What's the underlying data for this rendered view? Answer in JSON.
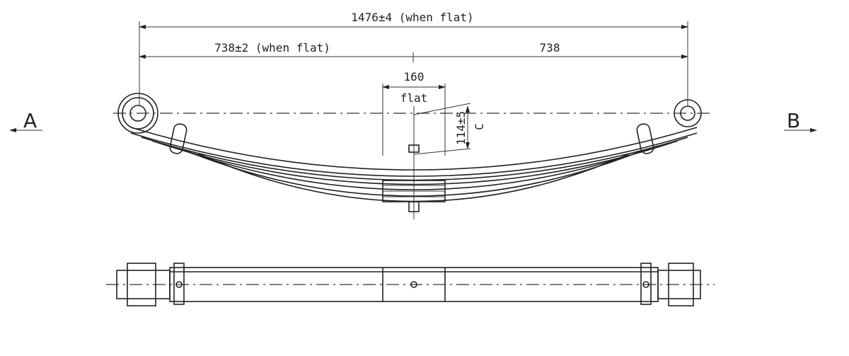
{
  "drawing": {
    "overall_length": "1476±4 (when flat)",
    "half_length_left": "738±2 (when flat)",
    "half_length_right": "738",
    "center_width": "160",
    "center_note": "flat",
    "camber": "114±5",
    "camber_label": "C",
    "view_a": "A",
    "view_b": "B"
  }
}
